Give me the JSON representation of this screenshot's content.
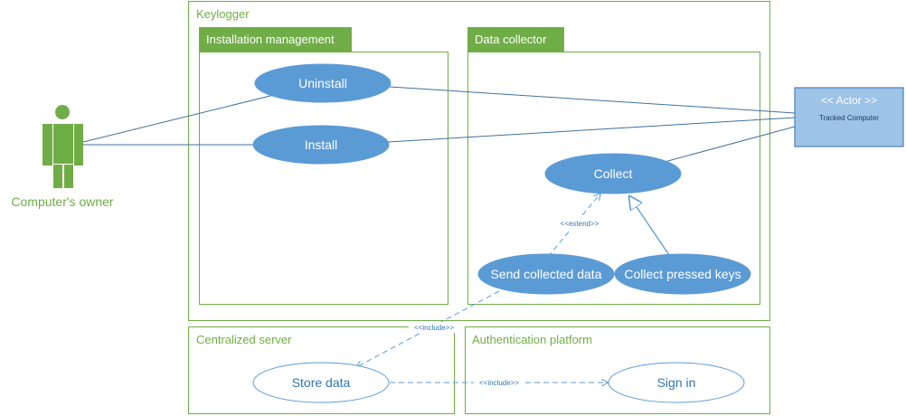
{
  "system": {
    "title": "Keylogger"
  },
  "packages": {
    "installation": {
      "title": "Installation management"
    },
    "collector": {
      "title": "Data collector"
    },
    "server": {
      "title": "Centralized server"
    },
    "auth": {
      "title": "Authentication platform"
    }
  },
  "use_cases": {
    "uninstall": "Uninstall",
    "install": "Install",
    "collect": "Collect",
    "send": "Send collected data",
    "collect_keys": "Collect pressed keys",
    "store": "Store data",
    "sign_in": "Sign in"
  },
  "actors": {
    "owner": {
      "name": "Computer's owner",
      "icon": "stick-figure-icon"
    },
    "tracked": {
      "stereotype": "<< Actor >>",
      "name": "Tracked Computer"
    }
  },
  "relations": {
    "extend_label": "<<extend>>",
    "include_label_1": "<<include>>",
    "include_label_2": "<<include>>"
  },
  "colors": {
    "green": "#70ad47",
    "blue": "#5b9bd5",
    "dark_blue": "#41719c",
    "actor_box": "#9dc3e6"
  }
}
